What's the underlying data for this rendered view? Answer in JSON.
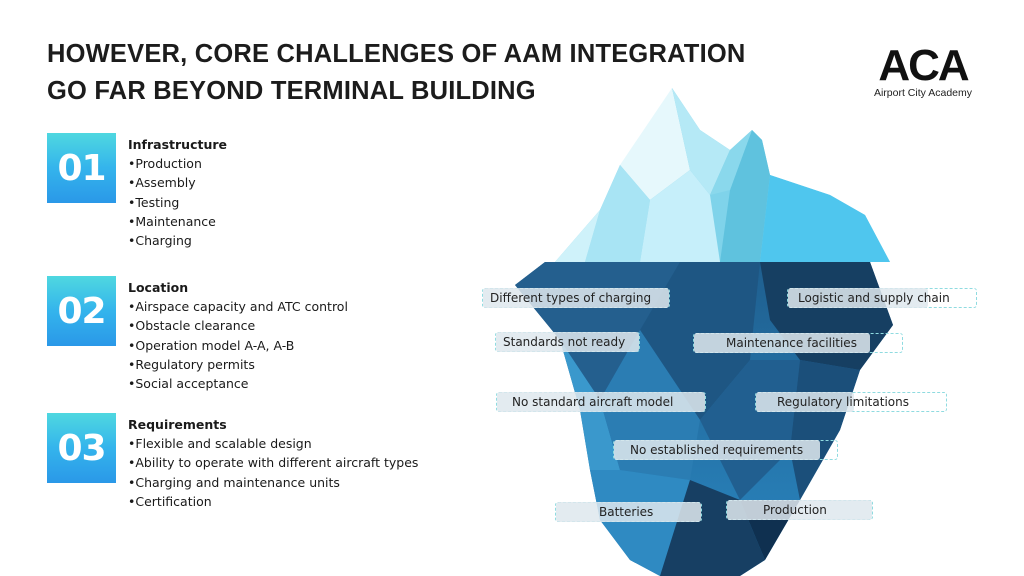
{
  "header": {
    "title_line1": "HOWEVER, CORE CHALLENGES OF AAM INTEGRATION",
    "title_line2": "GO FAR BEYOND TERMINAL BUILDING"
  },
  "logo": {
    "mark": "ACA",
    "name": "Airport City Academy"
  },
  "sections": [
    {
      "number": "01",
      "heading": "Infrastructure",
      "items": [
        "•Production",
        "•Assembly",
        "•Testing",
        "•Maintenance",
        "•Charging"
      ]
    },
    {
      "number": "02",
      "heading": "Location",
      "items": [
        "•Airspace capacity and ATC control",
        "•Obstacle clearance",
        "•Operation model A-A, A-B",
        "•Regulatory permits",
        "•Social acceptance"
      ]
    },
    {
      "number": "03",
      "heading": "Requirements",
      "items": [
        "•Flexible and scalable design",
        "•Ability to operate with different aircraft types",
        "•Charging and maintenance units",
        "•Certification"
      ]
    }
  ],
  "iceberg": {
    "tags": [
      "Different types of charging",
      "Logistic and supply chain",
      "Standards not ready",
      "Maintenance facilities",
      "No standard aircraft model",
      "Regulatory limitations",
      "No established requirements",
      "Batteries",
      "Production"
    ]
  },
  "colors": {
    "accent_top": "#4fd8e0",
    "accent_bottom": "#2a98e8",
    "tag_border": "#8fdbe0"
  }
}
